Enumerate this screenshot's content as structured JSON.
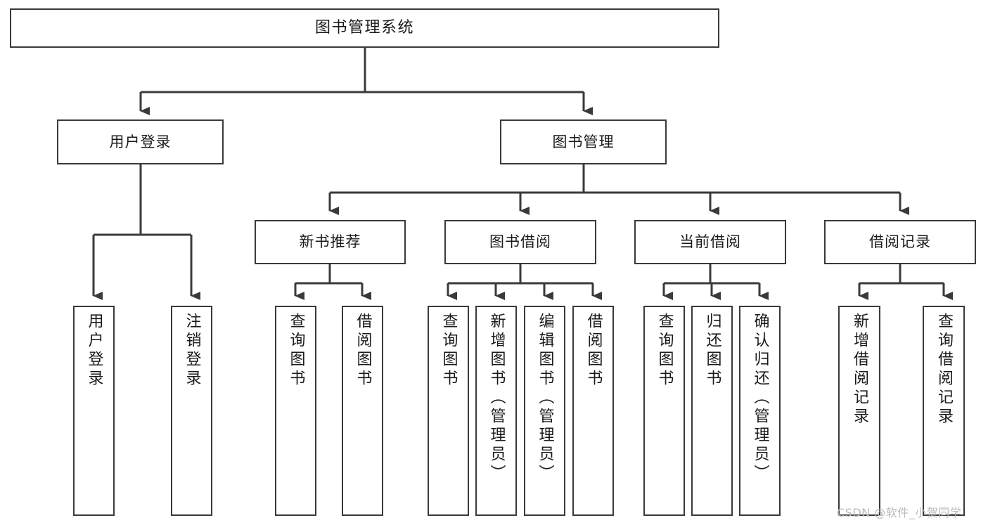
{
  "diagram": {
    "type": "tree",
    "title": "图书管理系统",
    "background_color": "#ffffff",
    "node_border_color": "#3a3a3a",
    "node_fill_color": "#ffffff",
    "edge_color": "#3a3a3a"
  },
  "nodes": {
    "root": {
      "label": "图书管理系统",
      "orientation": "horizontal"
    },
    "l2": [
      {
        "label": "用户登录",
        "orientation": "horizontal"
      },
      {
        "label": "图书管理",
        "orientation": "horizontal"
      }
    ],
    "l3": [
      {
        "label": "新书推荐",
        "orientation": "horizontal"
      },
      {
        "label": "图书借阅",
        "orientation": "horizontal"
      },
      {
        "label": "当前借阅",
        "orientation": "horizontal"
      },
      {
        "label": "借阅记录",
        "orientation": "horizontal"
      }
    ],
    "leaves": {
      "user_login": [
        {
          "label": "用户登录",
          "orientation": "vertical"
        },
        {
          "label": "注销登录",
          "orientation": "vertical"
        }
      ],
      "new_book_recommend": [
        {
          "label": "查询图书",
          "orientation": "vertical"
        },
        {
          "label": "借阅图书",
          "orientation": "vertical"
        }
      ],
      "book_borrow": [
        {
          "label": "查询图书",
          "orientation": "vertical"
        },
        {
          "label": "新增图书（管理员）",
          "orientation": "vertical"
        },
        {
          "label": "编辑图书（管理员）",
          "orientation": "vertical"
        },
        {
          "label": "借阅图书",
          "orientation": "vertical"
        }
      ],
      "current_borrow": [
        {
          "label": "查询图书",
          "orientation": "vertical"
        },
        {
          "label": "归还图书",
          "orientation": "vertical"
        },
        {
          "label": "确认归还（管理员）",
          "orientation": "vertical"
        }
      ],
      "borrow_record": [
        {
          "label": "新增借阅记录",
          "orientation": "vertical"
        },
        {
          "label": "查询借阅记录",
          "orientation": "vertical"
        }
      ]
    }
  },
  "watermark": {
    "text": "CSDN @软件_小贺同学",
    "color": "#b9b9b9"
  }
}
